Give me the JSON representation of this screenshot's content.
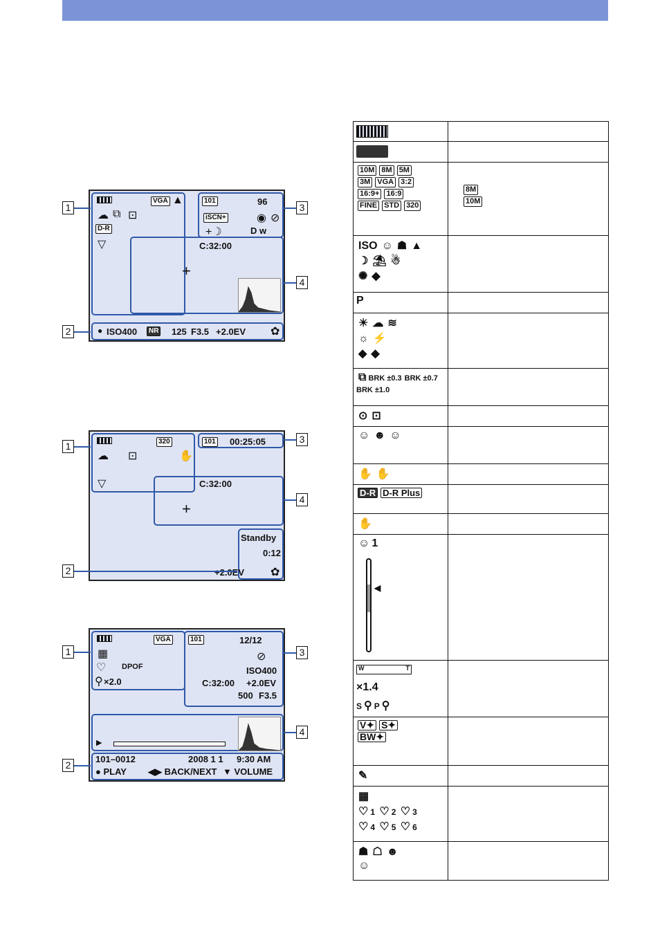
{
  "shooting_still": {
    "battery_icon": "battery-icon",
    "image_size": "VGA",
    "top_right": "96",
    "folder": "101",
    "self_timer": "C:32:00",
    "iso": "ISO400",
    "nr": "NR",
    "shutter": "125",
    "aperture": "F3.5",
    "ev": "+2.0EV",
    "drange": "D-R",
    "scene": "iSCN+",
    "dw": "D w",
    "callouts": [
      "1",
      "2",
      "3",
      "4"
    ]
  },
  "shooting_movie": {
    "quality": "320",
    "folder": "101",
    "rec_time": "00:25:05",
    "self_timer": "C:32:00",
    "standby": "Standby",
    "standby_time": "0:12",
    "ev": "+2.0EV",
    "callouts": [
      "1",
      "2",
      "3",
      "4"
    ]
  },
  "playback": {
    "image_size": "VGA",
    "folder": "101",
    "counter": "12/12",
    "dpof": "DPOF",
    "zoom": "×2.0",
    "iso": "ISO400",
    "ev": "+2.0EV",
    "self_timer": "C:32:00",
    "shutter": "500",
    "aperture": "F3.5",
    "file_no": "101–0012",
    "date": "2008  1  1",
    "time": "9:30 AM",
    "play_label": "● PLAY",
    "backnext_label": "◀▶ BACK/NEXT",
    "volume_label": "▼ VOLUME",
    "callouts": [
      "1",
      "2",
      "3",
      "4"
    ]
  },
  "legend": {
    "size_glyphs": [
      "10M",
      "8M",
      "5M",
      "3M",
      "VGA",
      "3:2",
      "16:9+",
      "16:9",
      "FINE",
      "STD",
      "320"
    ],
    "size_desc": [
      "8M",
      "10M"
    ],
    "program": "P",
    "bracket": [
      "BRK ±0.3",
      "BRK ±0.7",
      "BRK ±1.0"
    ],
    "drange": [
      "D-R",
      "D-R Plus"
    ],
    "smile": "1",
    "zoom_value": "×1.4",
    "zoom_labels": [
      "S",
      "P"
    ],
    "zoom_bar": [
      "W",
      "T"
    ],
    "hearts": [
      "1",
      "2",
      "3",
      "4",
      "5",
      "6"
    ]
  }
}
